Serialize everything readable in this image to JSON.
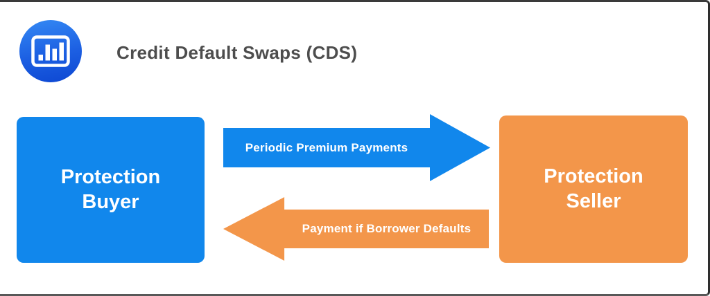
{
  "header": {
    "title": "Credit Default Swaps (CDS)",
    "icon": "bar-chart-icon"
  },
  "diagram": {
    "protection_buyer": {
      "label": "Protection Buyer"
    },
    "protection_seller": {
      "label": "Protection Seller"
    },
    "premium_arrow": {
      "label": "Periodic Premium Payments",
      "direction": "right"
    },
    "default_arrow": {
      "label": "Payment if Borrower Defaults",
      "direction": "left"
    }
  },
  "colors": {
    "blue": "#1187ec",
    "orange": "#f3964a",
    "title_text": "#4d4d4d",
    "icon_gradient_top": "#3489f4",
    "icon_gradient_bottom": "#0d47d2",
    "background": "#ffffff",
    "frame_border": "#3a3a3a"
  }
}
